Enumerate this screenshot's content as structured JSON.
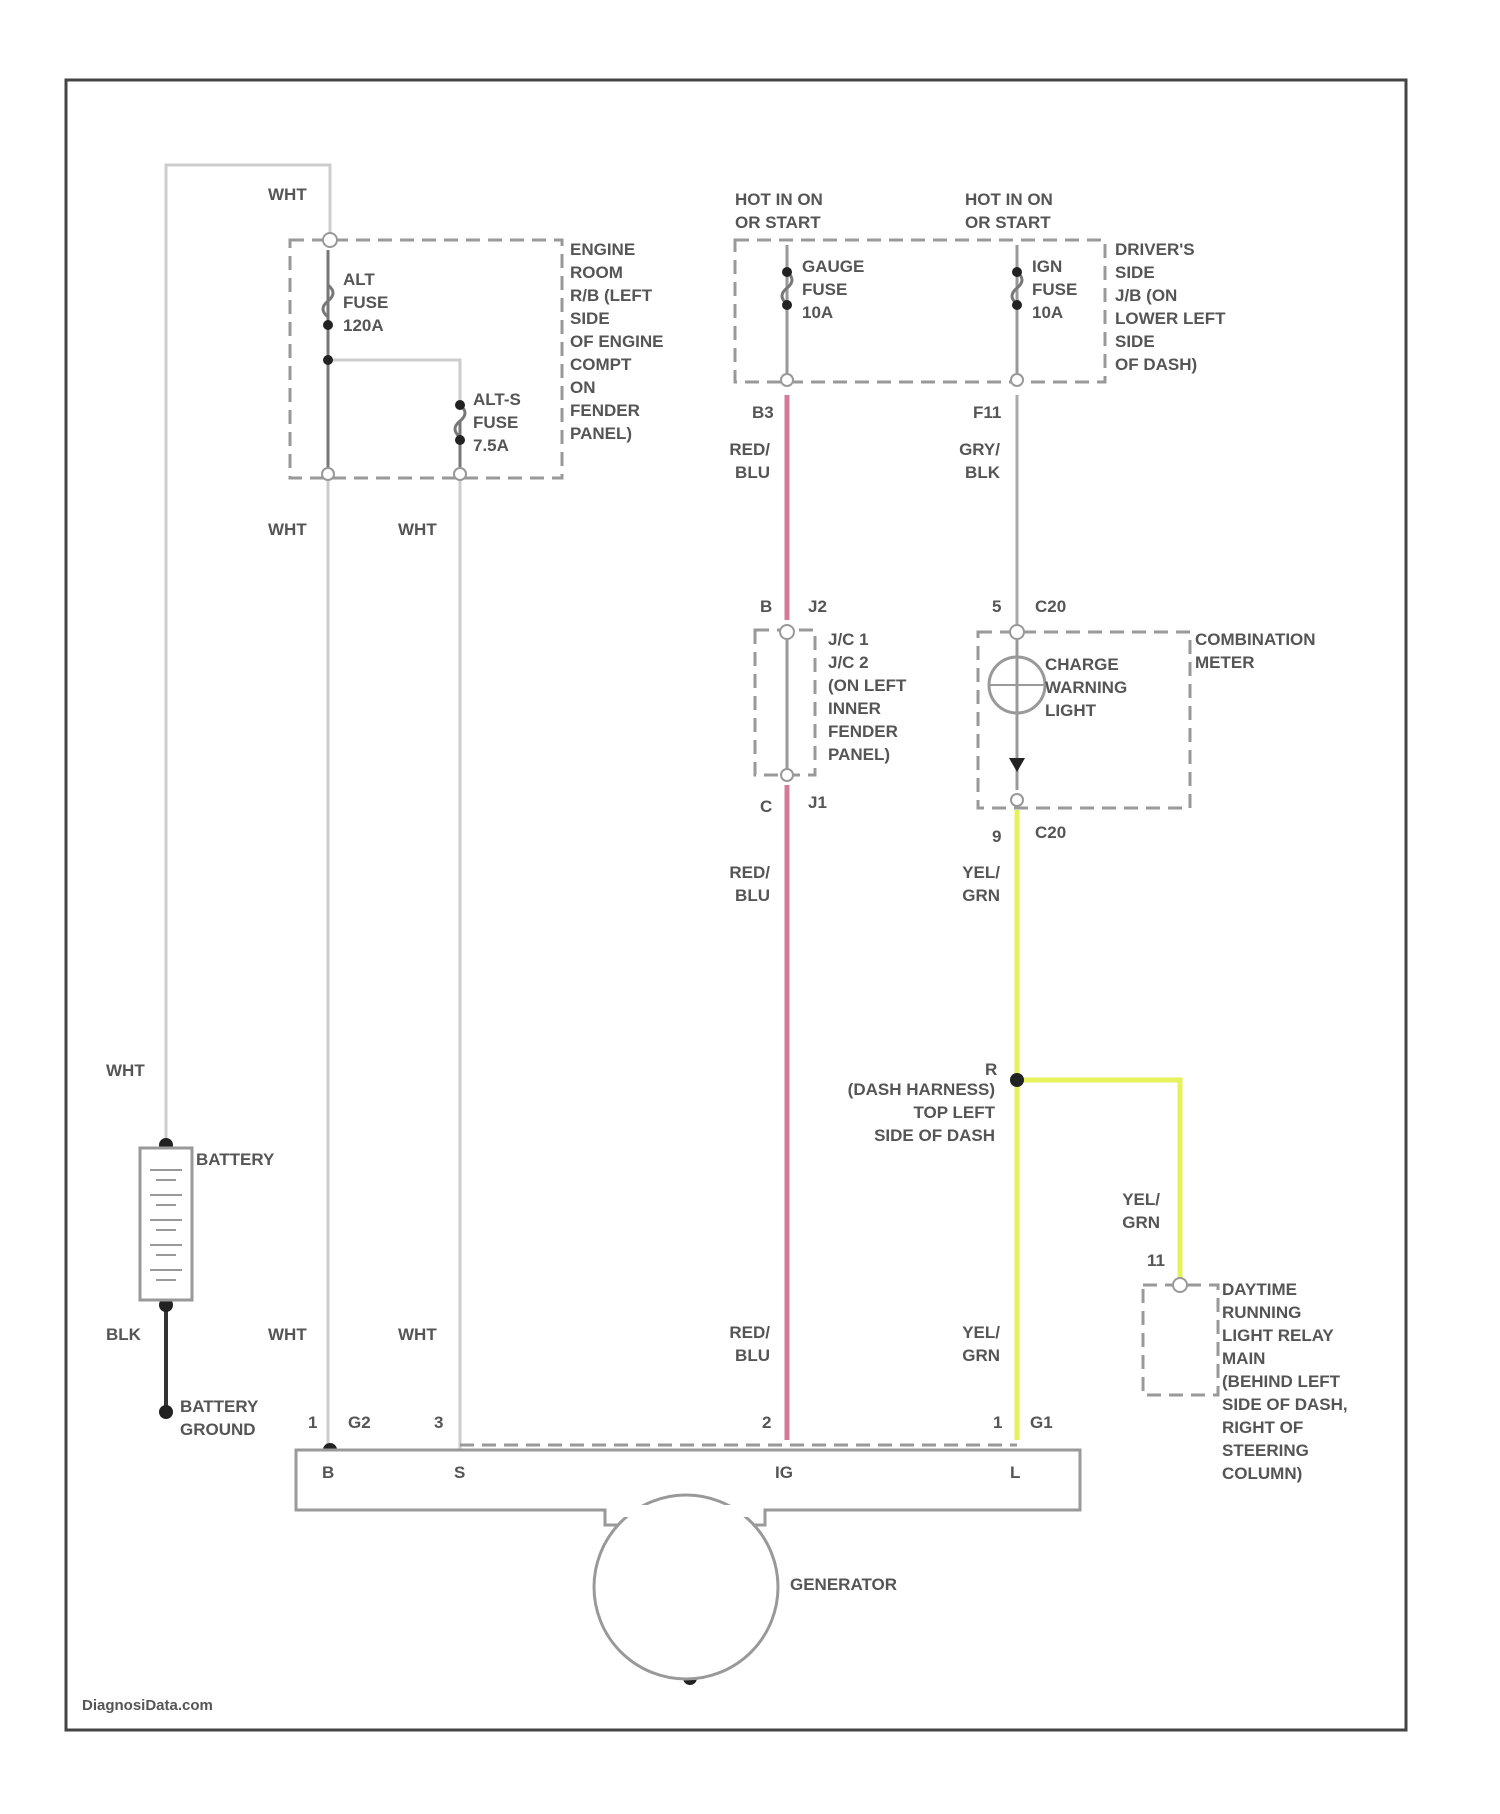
{
  "colors": {
    "frame": "#444444",
    "wire_white": "#cccccc",
    "wire_red_blu": "#d67a9a",
    "wire_yel_grn": "#e6f25a",
    "wire_blk": "#333333",
    "wire_gry": "#aaaaaa",
    "dash": "#999999",
    "text": "#555555"
  },
  "watermark": "DiagnosiData.com",
  "wire_labels": {
    "wht_top": "WHT",
    "wht_fuse_out_1": "WHT",
    "wht_fuse_out_2": "WHT",
    "wht_battery_top": "WHT",
    "blk_battery": "BLK",
    "wht_gen_1": "WHT",
    "wht_gen_2": "WHT",
    "red_blu_1": "RED/\nBLU",
    "red_blu_2": "RED/\nBLU",
    "red_blu_3": "RED/\nBLU",
    "gry_blk": "GRY/\nBLK",
    "yel_grn_1": "YEL/\nGRN",
    "yel_grn_2": "YEL/\nGRN",
    "yel_grn_3": "YEL/\nGRN"
  },
  "engine_fuse_box": {
    "location": "ENGINE\nROOM\nR/B (LEFT\nSIDE\nOF ENGINE\nCOMPT\nON\nFENDER\nPANEL)",
    "alt_fuse": "ALT\nFUSE\n120A",
    "alt_s_fuse": "ALT-S\nFUSE\n7.5A"
  },
  "dash_fuse_box": {
    "hot_1": "HOT IN ON\nOR START",
    "hot_2": "HOT IN ON\nOR START",
    "location": "DRIVER'S\nSIDE\nJ/B (ON\nLOWER LEFT\nSIDE\nOF DASH)",
    "gauge_fuse": "GAUGE\nFUSE\n10A",
    "ign_fuse": "IGN\nFUSE\n10A"
  },
  "connectors": {
    "b3": "B3",
    "f11": "F11",
    "j2_pin": "B",
    "j2": "J2",
    "j1_pin": "C",
    "j1": "J1",
    "c20_top_pin": "5",
    "c20_top": "C20",
    "c20_bot_pin": "9",
    "c20_bot": "C20",
    "dash_splice": "R",
    "relay_pin": "11",
    "g2_pin": "1",
    "g2": "G2",
    "g_pin3": "3",
    "g_pin2": "2",
    "g1_pin": "1",
    "g1": "G1"
  },
  "junction": {
    "label": "J/C 1\nJ/C 2\n(ON LEFT\nINNER\nFENDER\nPANEL)"
  },
  "combination_meter": {
    "name": "COMBINATION\nMETER",
    "light": "CHARGE\nWARNING\nLIGHT"
  },
  "dash_harness": "(DASH HARNESS)\nTOP LEFT\nSIDE OF DASH",
  "relay": "DAYTIME\nRUNNING\nLIGHT RELAY\nMAIN\n(BEHIND LEFT\nSIDE OF DASH,\nRIGHT OF\nSTEERING\nCOLUMN)",
  "battery": {
    "name": "BATTERY",
    "ground": "BATTERY\nGROUND"
  },
  "generator": {
    "name": "GENERATOR",
    "terminals": [
      "B",
      "S",
      "IG",
      "L"
    ]
  }
}
